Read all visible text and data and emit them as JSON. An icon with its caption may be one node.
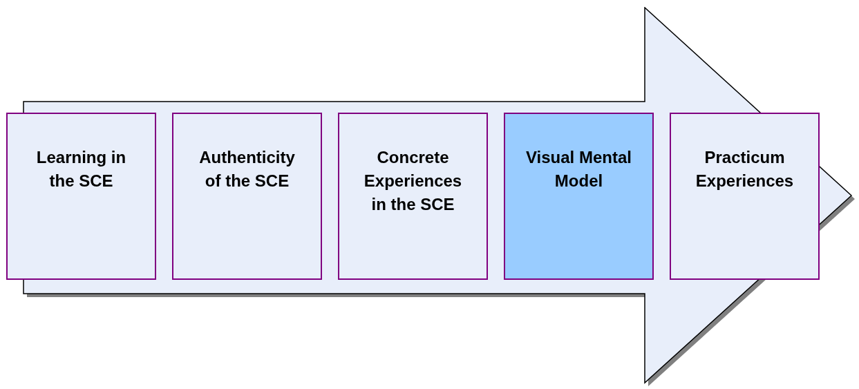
{
  "diagram": {
    "nodes": [
      {
        "text": [],
        "shape": "arrow"
      },
      {
        "text": [
          "Learning in the SCE"
        ]
      },
      {
        "text": [
          "Authenticity of the SCE"
        ],
        "in": 0
      },
      {
        "text": [
          "Concrete Experiences in the SCE"
        ],
        "in": 0
      },
      {
        "text": [
          "Visual Mental Model"
        ],
        "in": 0
      },
      {
        "text": [
          "Practicum Experiences"
        ],
        "in": 0
      }
    ]
  }
}
